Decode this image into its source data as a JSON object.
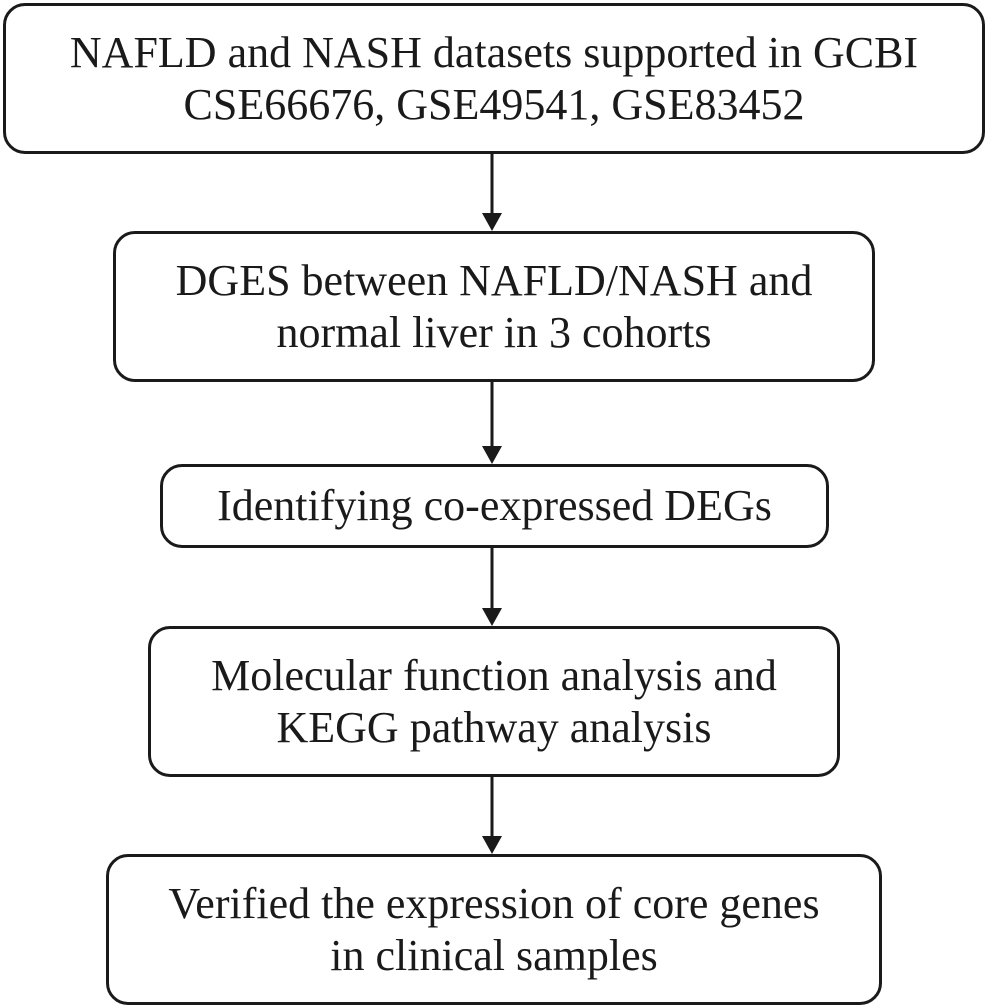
{
  "steps": [
    {
      "line1": "NAFLD and NASH datasets supported in GCBI",
      "line2": "CSE66676, GSE49541, GSE83452"
    },
    {
      "line1": "DGES between NAFLD/NASH and",
      "line2": "normal liver in 3 cohorts"
    },
    {
      "line1": "Identifying co-expressed DEGs"
    },
    {
      "line1": "Molecular function analysis and",
      "line2": "KEGG pathway analysis"
    },
    {
      "line1": "Verified the expression of core genes",
      "line2": "in clinical samples"
    }
  ],
  "colors": {
    "stroke": "#1a1a1a",
    "background": "#ffffff"
  }
}
